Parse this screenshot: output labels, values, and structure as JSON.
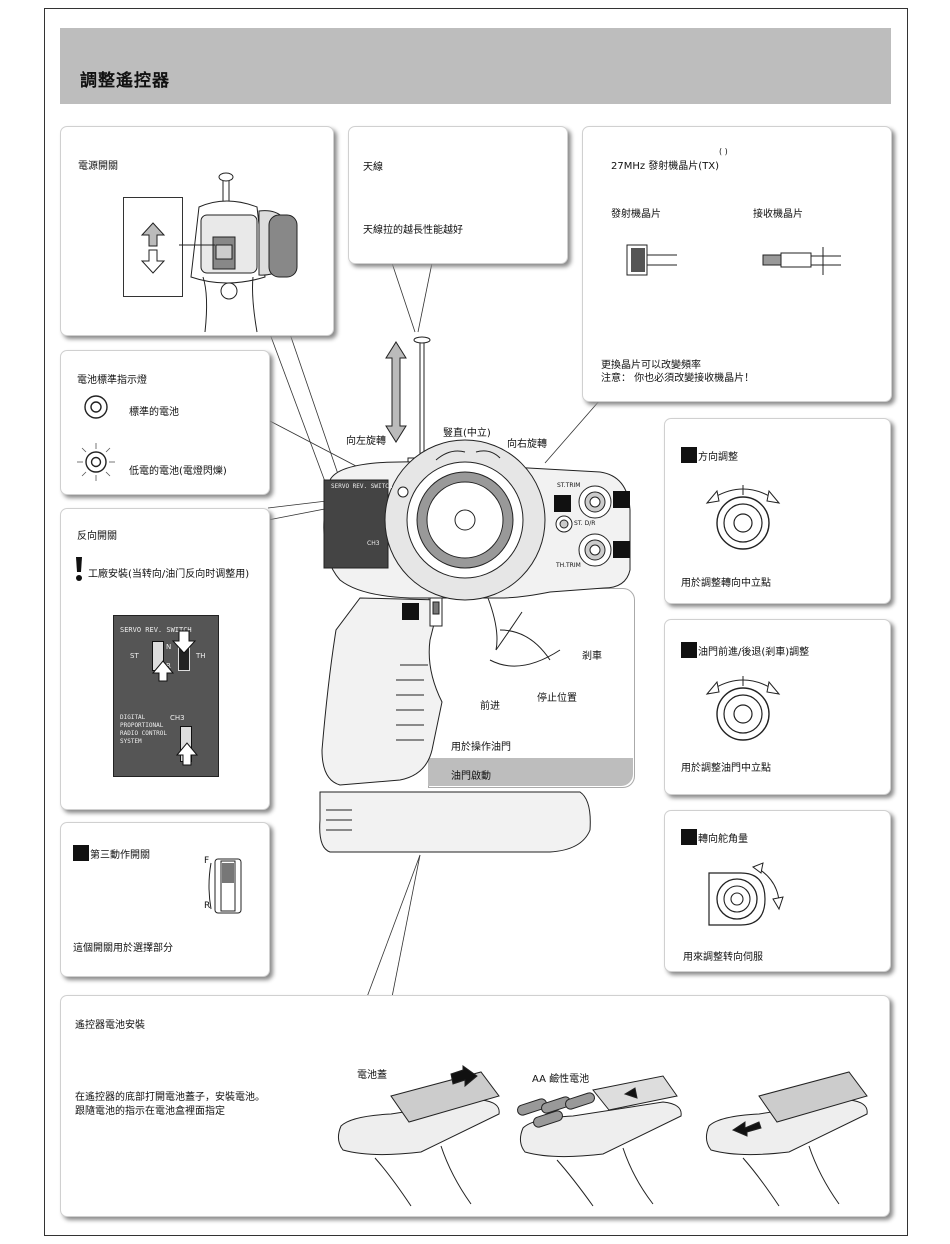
{
  "header": {
    "title": "調整遙控器"
  },
  "power": {
    "title": "電源開關"
  },
  "antenna": {
    "title": "天線",
    "note": "天線拉的越長性能越好"
  },
  "crystal": {
    "paren": "(        )",
    "title": "27MHz 發射機晶片(TX)",
    "tx_label": "發射機晶片",
    "rx_label": "接收機晶片",
    "note1": "更換晶片可以改變頻率",
    "note2": "注意：  你也必須改變接收機晶片！"
  },
  "battery_indicator": {
    "title": "電池標準指示燈",
    "normal": "標準的電池",
    "low": "低電的電池(電燈閃爍)"
  },
  "reverse": {
    "title": "反向開關",
    "warning": "工廠安裝(当转向/油门反向时调整用)",
    "panel": {
      "header": "SERVO REV. SWITCH",
      "st": "ST",
      "th": "TH",
      "n": "N",
      "r": "R",
      "digital_lines": [
        "DIGITAL",
        "PROPORTIONAL",
        "RADIO CONTROL",
        "SYSTEM"
      ],
      "ch3": "CH3"
    }
  },
  "third": {
    "title": "第三動作開關",
    "f": "F",
    "r": "R",
    "note": "這個開關用於選擇部分"
  },
  "center": {
    "left_turn": "向左旋轉",
    "vertical": "豎直(中立)",
    "right_turn": "向右旋轉",
    "brake": "剎車",
    "stop": "停止位置",
    "forward": "前进",
    "throttle_op": "用於操作油門",
    "throttle_start": "油門啟動",
    "st_trim": "ST.TRIM",
    "th_trim": "TH.TRIM",
    "st_dr": "ST. D/R",
    "panel_header": "SERVO REV. SWITCH",
    "panel_ch3": "CH3"
  },
  "steering_trim": {
    "title": "方向調整",
    "note": "用於調整轉向中立點"
  },
  "throttle_trim": {
    "title": "油門前進/後退(剎車)調整",
    "note": "用於調整油門中立點"
  },
  "steering_rate": {
    "title": "轉向舵角量",
    "note": "用來調整转向伺服"
  },
  "battery_install": {
    "title": "遙控器電池安裝",
    "line1": "在遙控器的底部打開電池蓋子，安裝電池。",
    "line2": "跟隨電池的指示在電池盒裡面指定",
    "cover": "電池蓋",
    "aa": "AA 鹼性電池"
  }
}
